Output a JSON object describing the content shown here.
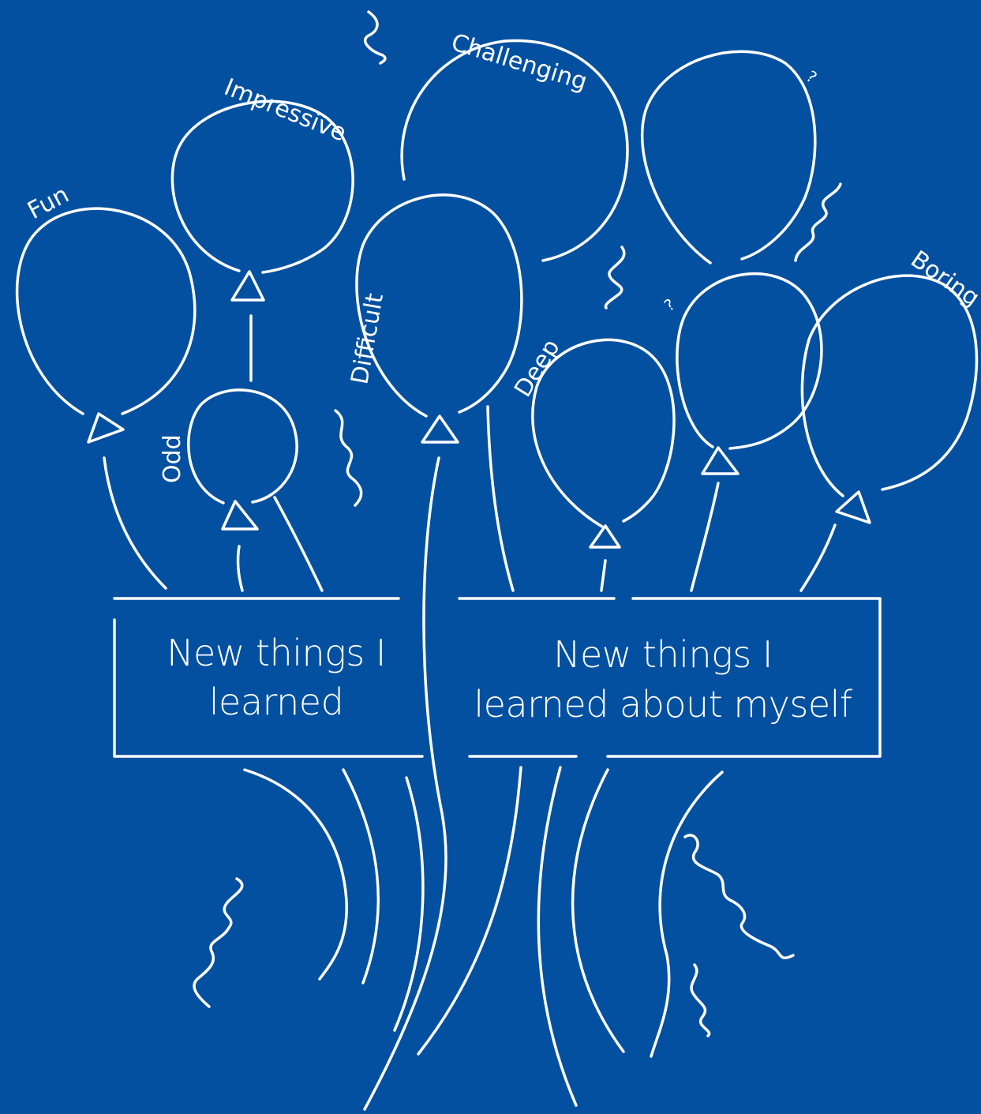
{
  "colors": {
    "background": "#0350a0",
    "line": "#ffffff"
  },
  "balloon_labels": {
    "fun": "Fun",
    "impressive": "Impressive",
    "challenging": "Challenging",
    "question_top": "?",
    "odd": "Odd",
    "difficult": "Difficult",
    "deep": "Deep",
    "question_mid": "?",
    "boring": "Boring"
  },
  "boxes": {
    "left": {
      "line1": "New things I",
      "line2": "learned"
    },
    "right": {
      "line1": "New things I",
      "line2": "learned about myself"
    }
  }
}
